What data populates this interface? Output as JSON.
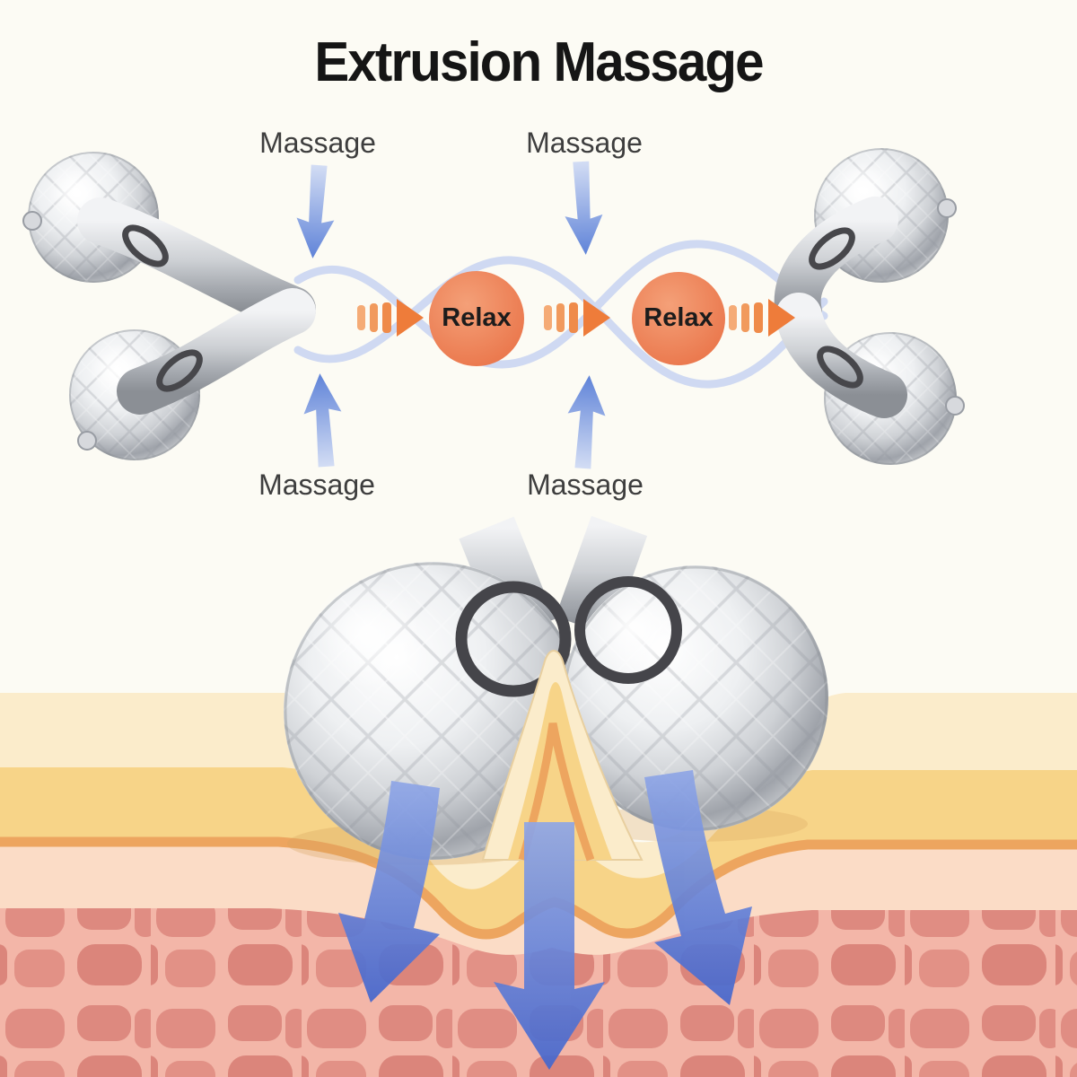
{
  "title": "Extrusion Massage",
  "labels": {
    "massage": [
      "Massage",
      "Massage",
      "Massage",
      "Massage"
    ],
    "relax": [
      "Relax",
      "Relax"
    ]
  },
  "colors": {
    "background": "#fcfbf4",
    "title_text": "#151515",
    "label_text": "#3e3e3e",
    "relax_circle": "#ec7747",
    "flow_wave": "#cfd9f2",
    "massage_arrow_blue": "#5f83d8",
    "pressure_arrow_blue": "#4466cd",
    "extrusion_arrow_orange": "#ee7c3a",
    "roller_metal": "#cfd2d6",
    "roller_ring": "#47474b",
    "skin_epidermis": "#fbeccb",
    "skin_fat_layer": "#f7d488",
    "skin_boundary_line": "#eda55f",
    "skin_dermis_light": "#fbdcc6",
    "skin_dermis": "#f3b6a8",
    "skin_cells": "#e08d83"
  }
}
